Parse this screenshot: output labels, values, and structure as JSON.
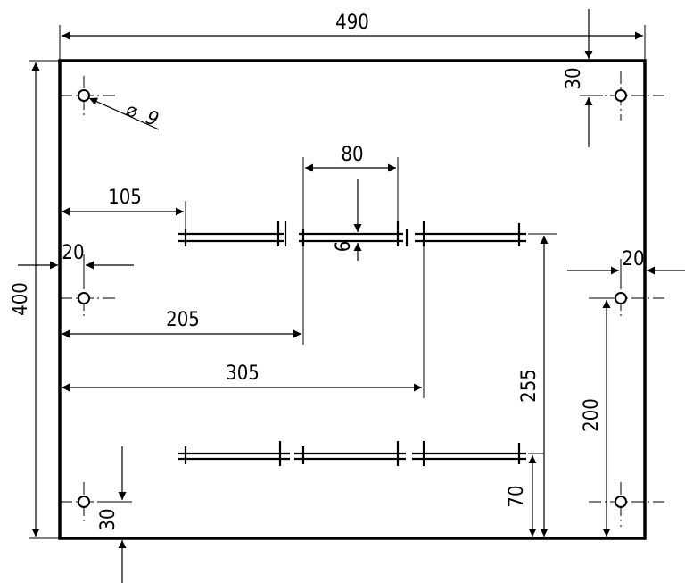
{
  "dimensions": {
    "overall_width": "490",
    "overall_height": "400",
    "hole_diameter": "9",
    "slot_spacing": "80",
    "slot_width": "6",
    "slot_start_left": "105",
    "hole_edge_left": "20",
    "hole_edge_right": "20",
    "slot2_offset": "205",
    "slot3_offset": "305",
    "top_hole_offset": "30",
    "bottom_hole_offset": "30",
    "upper_slots_height": "255",
    "lower_slots_height": "70",
    "middle_hole_height": "200"
  },
  "symbols": {
    "diameter_symbol": "⌀"
  }
}
